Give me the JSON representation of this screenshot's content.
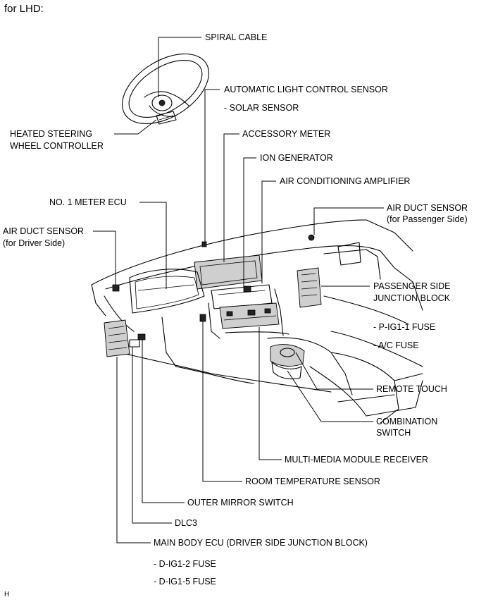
{
  "header": "for LHD:",
  "footer_code": "H",
  "labels": {
    "spiral_cable": "SPIRAL CABLE",
    "auto_light_sensor": "AUTOMATIC LIGHT CONTROL SENSOR",
    "solar_sensor": "- SOLAR SENSOR",
    "heated_steering": [
      "HEATED STEERING",
      "WHEEL CONTROLLER"
    ],
    "accessory_meter": "ACCESSORY METER",
    "ion_generator": "ION GENERATOR",
    "ac_amplifier": "AIR CONDITIONING AMPLIFIER",
    "no1_meter_ecu": "NO. 1 METER ECU",
    "air_duct_passenger": [
      "AIR DUCT SENSOR",
      "(for Passenger Side)"
    ],
    "air_duct_driver": [
      "AIR DUCT SENSOR",
      "(for Driver Side)"
    ],
    "passenger_jb": [
      "PASSENGER SIDE",
      "JUNCTION BLOCK"
    ],
    "p_ig1_1_fuse": "- P-IG1-1 FUSE",
    "ac_fuse": "- A/C FUSE",
    "remote_touch": "REMOTE TOUCH",
    "combination_switch": [
      "COMBINATION",
      "SWITCH"
    ],
    "multimedia_receiver": "MULTI-MEDIA MODULE RECEIVER",
    "room_temp_sensor": "ROOM TEMPERATURE SENSOR",
    "outer_mirror_switch": "OUTER MIRROR SWITCH",
    "dlc3": "DLC3",
    "main_body_ecu": "MAIN BODY ECU (DRIVER SIDE JUNCTION BLOCK)",
    "d_ig1_2_fuse": "- D-IG1-2 FUSE",
    "d_ig1_5_fuse": "- D-IG1-5 FUSE"
  }
}
